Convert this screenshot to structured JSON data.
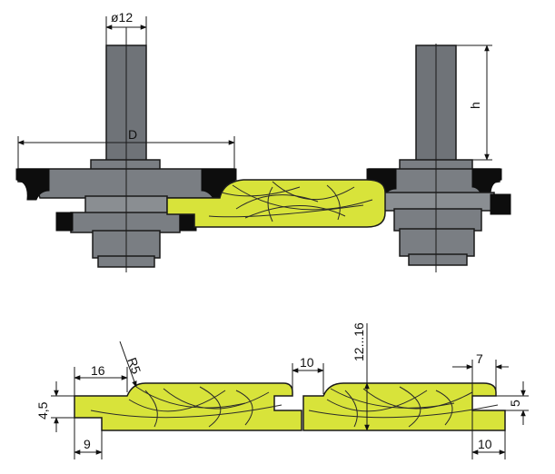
{
  "top_labels": {
    "shank_diameter": "ø12",
    "cutter_diameter": "D",
    "height": "h"
  },
  "bottom_labels": {
    "radius": "R5",
    "width_16": "16",
    "offset_10_mid": "10",
    "thickness_range": "12...16",
    "tongue_7": "7",
    "left_4_5": "4,5",
    "left_9": "9",
    "right_5": "5",
    "right_10": "10"
  },
  "colors": {
    "wood": "#d8e33a",
    "steel": "#767a7f",
    "carbide": "#0d0d0d"
  }
}
